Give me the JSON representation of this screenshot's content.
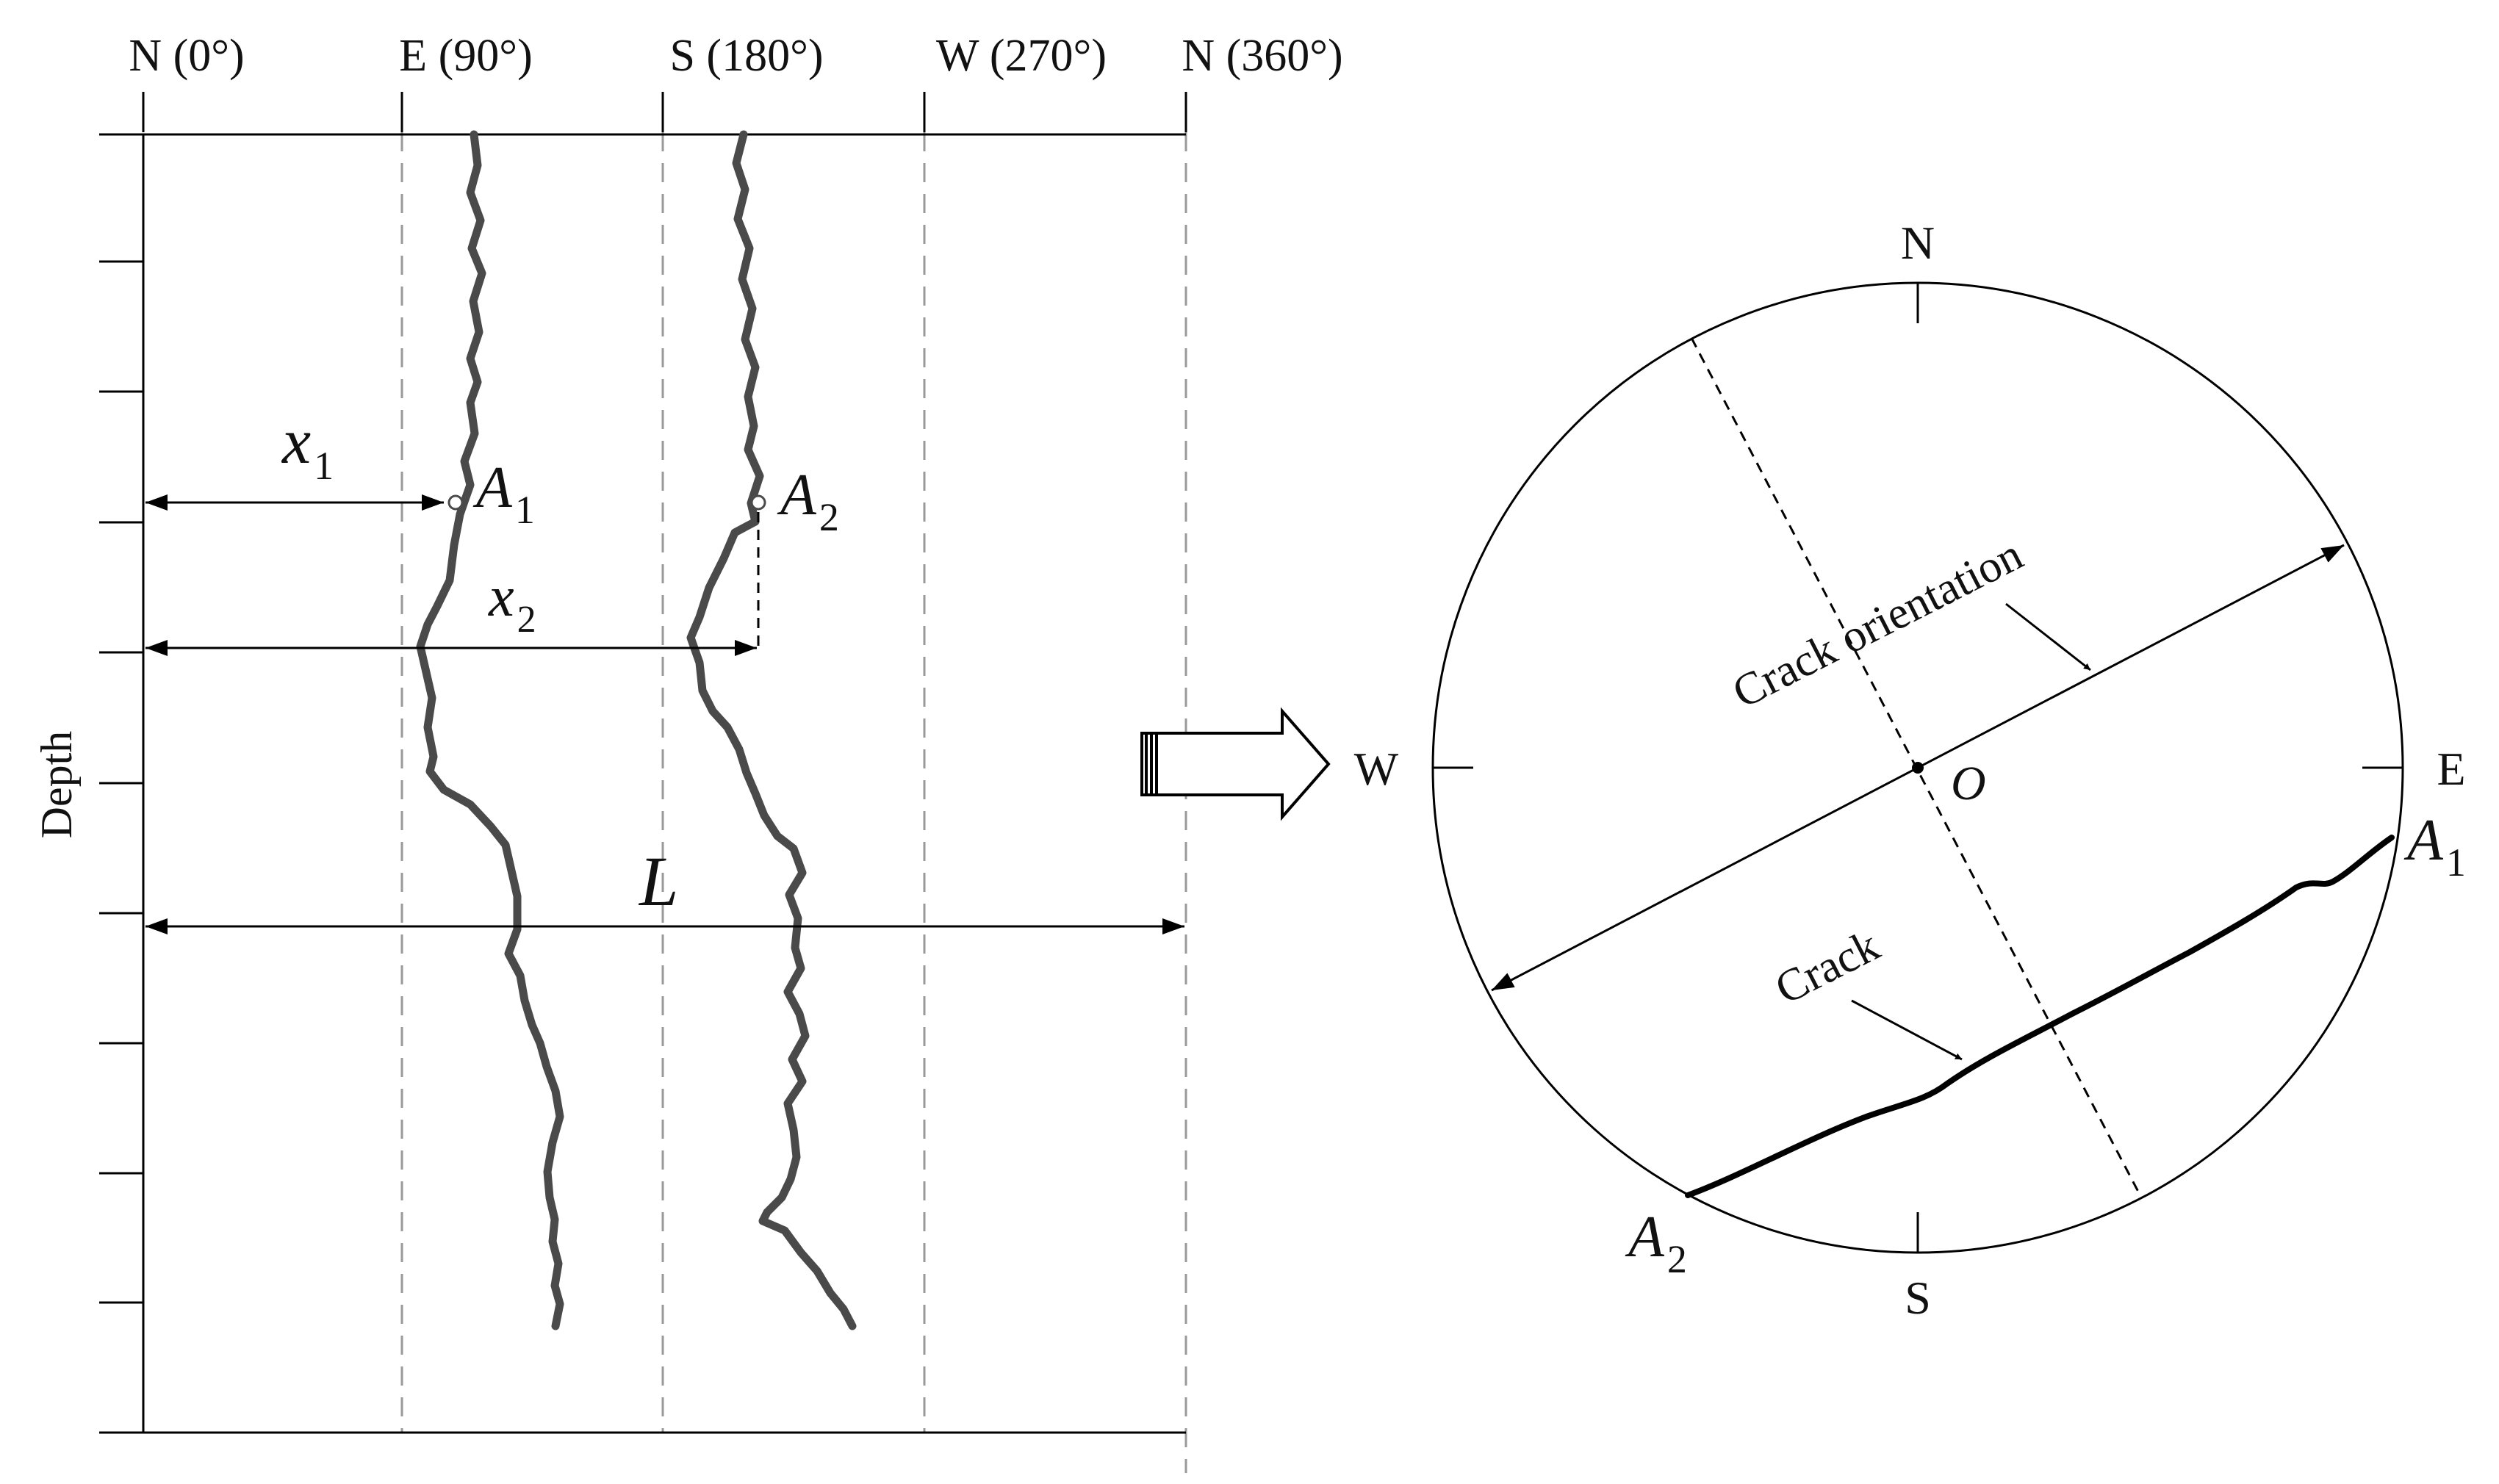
{
  "left_panel": {
    "direction_labels": [
      "N (0°)",
      "E (90°)",
      "S (180°)",
      "W (270°)",
      "N (360°)"
    ],
    "y_axis_label": "Depth",
    "points": [
      {
        "letter": "A",
        "sub": "1"
      },
      {
        "letter": "A",
        "sub": "2"
      }
    ],
    "distances": [
      {
        "letter": "x",
        "sub": "1"
      },
      {
        "letter": "x",
        "sub": "2"
      },
      {
        "letter": "L",
        "sub": ""
      }
    ]
  },
  "right_panel": {
    "compass": {
      "north": "N",
      "east": "E",
      "south": "S",
      "west": "W"
    },
    "center_label": "O",
    "orientation_label": "Crack orientation",
    "crack_label": "Crack",
    "points": [
      {
        "letter": "A",
        "sub": "1"
      },
      {
        "letter": "A",
        "sub": "2"
      }
    ]
  },
  "colors": {
    "trace": "#4a4a4a",
    "line": "#000000",
    "guide": "#9a9a9a"
  }
}
